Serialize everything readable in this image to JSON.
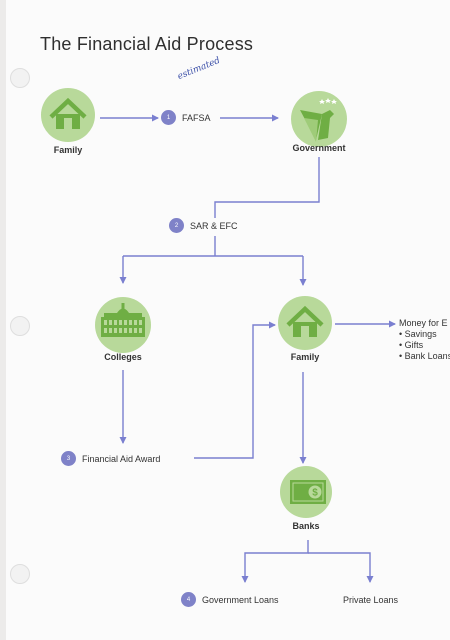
{
  "title": "The Financial Aid Process",
  "handwritten_note": "estimated",
  "colors": {
    "node_fill": "#b8d99a",
    "icon_green": "#6fae44",
    "arrow": "#7a7fd0",
    "badge": "#7f82c8"
  },
  "nodes": {
    "family_top": {
      "label": "Family",
      "icon": "house-icon"
    },
    "government": {
      "label": "Government",
      "icon": "eagle-icon"
    },
    "colleges": {
      "label": "Colleges",
      "icon": "building-icon"
    },
    "family_mid": {
      "label": "Family",
      "icon": "house-icon"
    },
    "banks": {
      "label": "Banks",
      "icon": "money-icon"
    }
  },
  "steps": [
    {
      "number": "1",
      "label": "FAFSA"
    },
    {
      "number": "2",
      "label": "SAR & EFC"
    },
    {
      "number": "3",
      "label": "Financial Aid Award"
    },
    {
      "number": "4",
      "label": "Government Loans"
    }
  ],
  "private_loans": "Private Loans",
  "money_for": {
    "heading": "Money for E",
    "items": [
      "Savings",
      "Gifts",
      "Bank Loans"
    ]
  }
}
